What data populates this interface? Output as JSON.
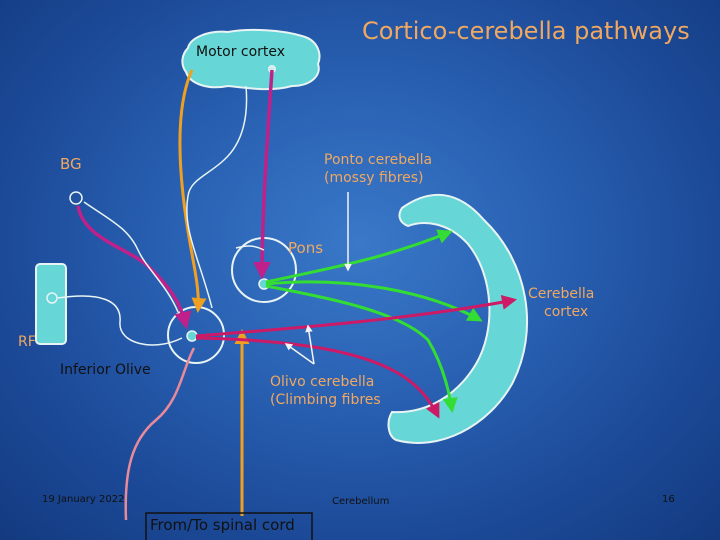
{
  "slide": {
    "title": "Cortico-cerebella pathways",
    "date": "19 January 2022",
    "footer_center": "Cerebellum",
    "page_number": "16"
  },
  "labels": {
    "motor_cortex": "Motor cortex",
    "bg": "BG",
    "ponto_line1": "Ponto cerebella",
    "ponto_line2": "(mossy fibres)",
    "pons": "Pons",
    "cerebella_line1": "Cerebella",
    "cerebella_line2": "cortex",
    "rf": "RF",
    "inferior_olive": "Inferior Olive",
    "olivo_line1": "Olivo cerebella",
    "olivo_line2": "(Climbing fibres",
    "spinal_cord": "From/To spinal cord"
  },
  "colors": {
    "structure_fill": "#66d6d6",
    "structure_stroke": "#e8f4f4",
    "corticopontine_pathway": "#c0208a",
    "mossy_fibre_pathway": "#33dd33",
    "climbing_fibre_pathway": "#cc1a66",
    "spinal_pathway": "#f0a020",
    "olive_input": "#e88a9a",
    "title_text": "#f0a860"
  }
}
